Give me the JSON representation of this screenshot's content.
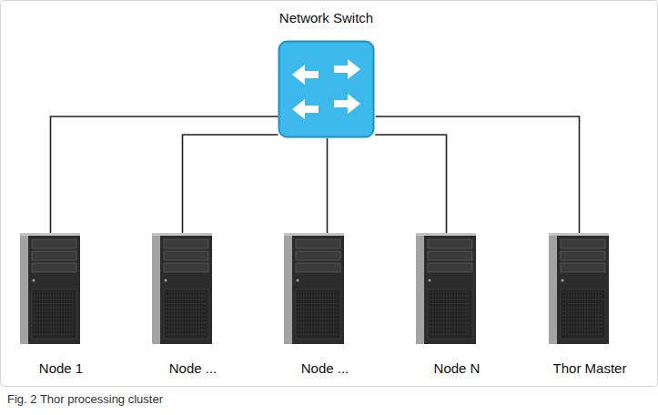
{
  "diagram": {
    "caption": "Fig. 2 Thor processing cluster",
    "nodes": [
      {
        "text": [
          "Network Switch"
        ]
      },
      {
        "text": [
          "Node 1"
        ]
      },
      {
        "text": [
          "Node ..."
        ]
      },
      {
        "text": [
          "Node ..."
        ]
      },
      {
        "text": [
          "Node N"
        ]
      },
      {
        "text": [
          "Thor Master"
        ]
      }
    ],
    "edges": [
      {
        "from": 0,
        "to": 1,
        "arrow": "none"
      },
      {
        "from": 0,
        "to": 2,
        "arrow": "none"
      },
      {
        "from": 0,
        "to": 3,
        "arrow": "none"
      },
      {
        "from": 0,
        "to": 4,
        "arrow": "none"
      },
      {
        "from": 0,
        "to": 5,
        "arrow": "none"
      }
    ]
  }
}
